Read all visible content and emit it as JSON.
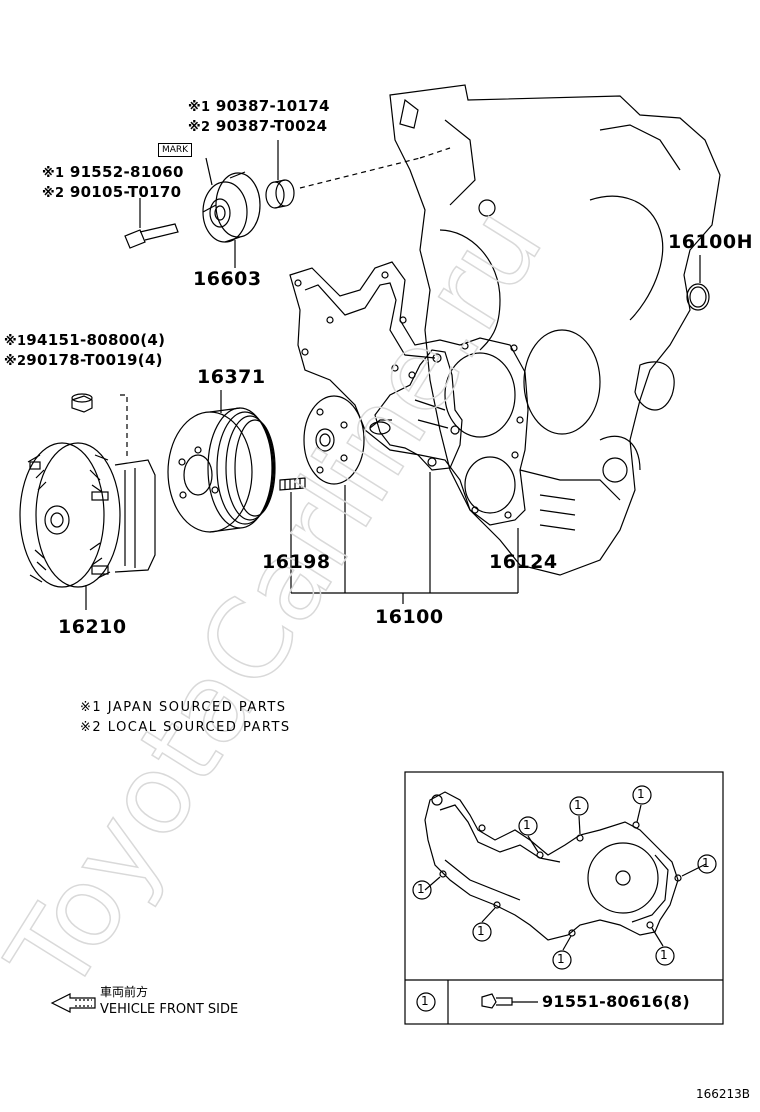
{
  "diagram": {
    "part_labels": {
      "p16603": "16603",
      "p16371": "16371",
      "p16210": "16210",
      "p16198": "16198",
      "p16124": "16124",
      "p16100": "16100",
      "p16100H": "16100H"
    },
    "idler_bolt": {
      "line1_prefix": "※1",
      "line1_number": "91552-81060",
      "line2_prefix": "※2",
      "line2_number": "90105-T0170"
    },
    "idler_spacer": {
      "line1_prefix": "※1",
      "line1_number": "90387-10174",
      "line2_prefix": "※2",
      "line2_number": "90387-T0024"
    },
    "fan_nut": {
      "line1_prefix": "※1",
      "line1_number": "94151-80800(4)",
      "line2_prefix": "※2",
      "line2_number": "90178-T0019(4)"
    },
    "mark_label": "MARK",
    "notes": {
      "note1": "※1 JAPAN SOURCED PARTS",
      "note2": "※2 LOCAL SOURCED PARTS"
    },
    "direction": {
      "japanese": "車両前方",
      "english": "VEHICLE FRONT SIDE"
    },
    "inset": {
      "callout": "1",
      "legend_number": "91551-80616(8)"
    },
    "watermark": "ToyotaCarline.ru",
    "diagram_id": "166213B"
  }
}
